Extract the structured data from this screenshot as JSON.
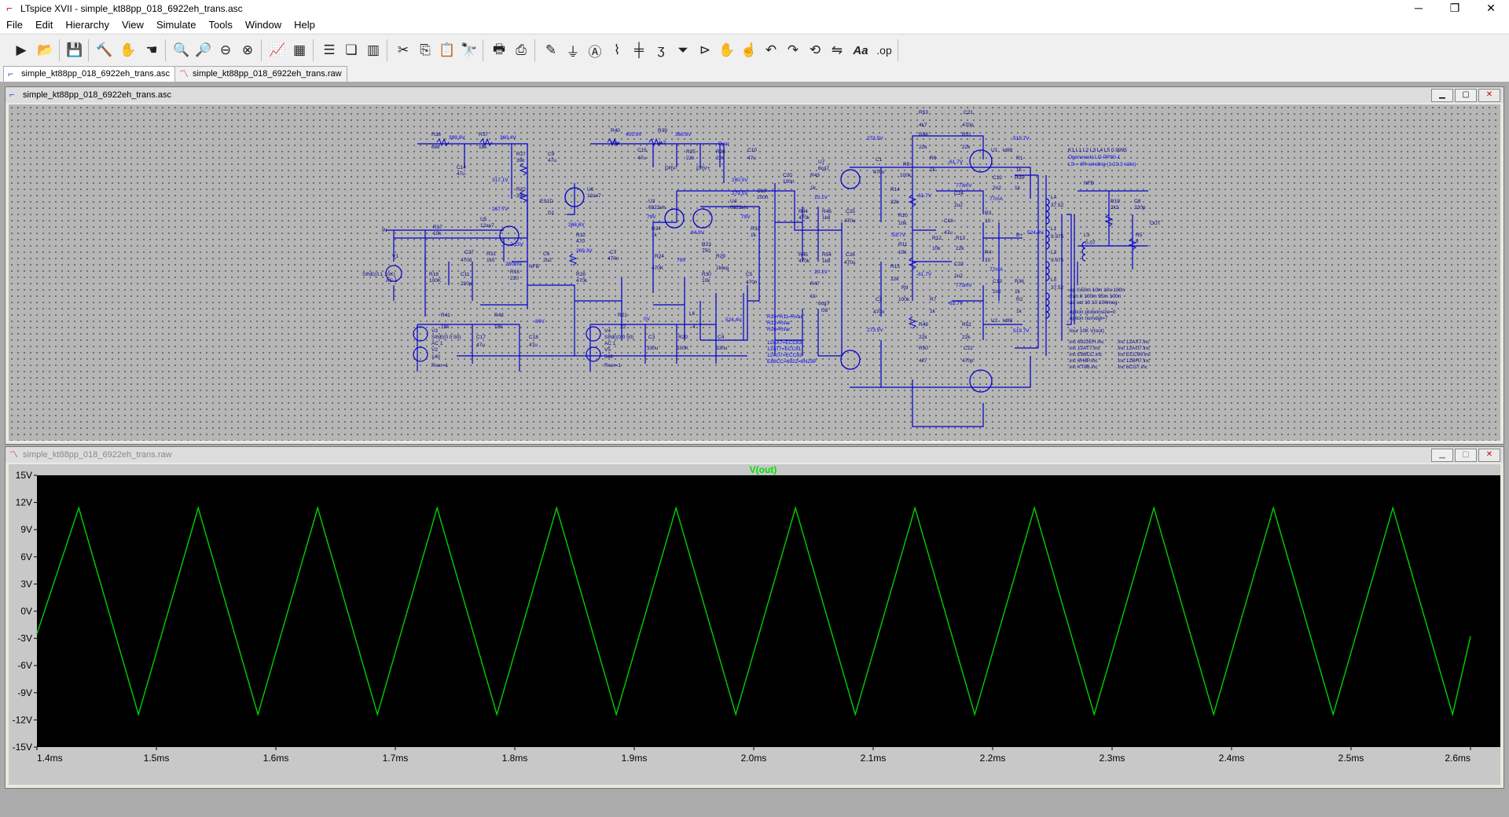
{
  "titlebar": {
    "icon": "ltspice-icon",
    "title": "LTspice XVII - simple_kt88pp_018_6922eh_trans.asc"
  },
  "menu": [
    "File",
    "Edit",
    "Hierarchy",
    "View",
    "Simulate",
    "Tools",
    "Window",
    "Help"
  ],
  "toolbar": {
    "buttons": [
      "run-icon",
      "open-icon",
      "save-icon",
      "control-panel-icon",
      "halt-icon",
      "pan-icon",
      "zoom-in-icon",
      "zoom-rubber-icon",
      "zoom-out-icon",
      "zoom-fit-icon",
      "autorange-icon",
      "grid-icon",
      "tile-horizontal-icon",
      "cascade-icon",
      "tile-vertical-icon",
      "cut-icon",
      "copy-icon",
      "paste-icon",
      "find-icon",
      "print-icon",
      "print-preview-icon",
      "wire-icon",
      "ground-icon",
      "label-icon",
      "resistor-icon",
      "capacitor-icon",
      "inductor-icon",
      "diode-icon",
      "component-icon",
      "move-icon",
      "drag-icon",
      "undo-icon",
      "redo-icon",
      "rotate-icon",
      "mirror-icon",
      "text-icon",
      "spice-directive-icon"
    ],
    "text_label": "Aa",
    "op_label": ".op"
  },
  "tabs": [
    {
      "label": "simple_kt88pp_018_6922eh_trans.asc",
      "icon": "schematic-icon",
      "active": true
    },
    {
      "label": "simple_kt88pp_018_6922eh_trans.raw",
      "icon": "waveform-icon",
      "active": false
    }
  ],
  "schematic_window": {
    "title": "simple_kt88pp_018_6922eh_trans.asc",
    "labels": {
      "r38": "R38",
      "r38v": "68k",
      "n_399": "399.9V",
      "r37": "R37",
      "r37v": "18k",
      "n_360": "360.4V",
      "c14": "C14",
      "c14v": "47u",
      "r27": "R27",
      "r27v": "39k",
      "c9": "C9",
      "c9v": "47u",
      "n_317": "317.1V",
      "r22": "R22",
      "r22v": "39k",
      "e51d": "ES1D",
      "d1": "D1",
      "u6": "U6",
      "u6v": "12ax7",
      "n_267": "267.7V",
      "u5": "U5",
      "u5v": "12ax7",
      "in": "IN",
      "r17": "R17",
      "r17v": "10k",
      "n_215": "2.15V",
      "n_268": "268.6V",
      "c27": "C27",
      "c27v": "470u",
      "r31": "R31",
      "r31v": "1k5",
      "c6": "C6",
      "c6v": "2u2",
      "n_250": "250mV",
      "nfb": "NFB",
      "r16": "R16",
      "r16v": "220",
      "r32": "R32",
      "r32v": "470",
      "n_269": "269.3V",
      "c7": "C7",
      "c7v": "470n",
      "r28": "R28",
      "r28v": "470k",
      "v1": "V1",
      "sine1": "SINE(0.1 10K)",
      "ac1": "AC 1",
      "r18": "R18",
      "r18v": "100K",
      "c11": "C11",
      "c11v": "220p",
      "r40": "R40",
      "r40v": "15k",
      "n_405": "405.9V",
      "r39": "R39",
      "r39v": "4k7",
      "n_368": "368.8V",
      "c15": "C15",
      "c15v": "47u",
      "r25": "R25",
      "r25v": "22k",
      "rvar": "Rvar",
      "r26": "R26",
      "r26v": "22k",
      "c10": "C10",
      "c10v": "47u",
      "drv1": "DRV-",
      "drv2": "DRV+",
      "c20": "C20",
      "c20v": "100n",
      "n_280": "280.5V",
      "n_279": "279.5V",
      "c19": "C19",
      "c19v": "100n",
      "u3": "U3",
      "u3v": "6922eh",
      "u4": "U4",
      "u4v": "6922eh",
      "n_79a": "79V",
      "n_84": "84.9V",
      "n_79b": "79V",
      "r34": "R34",
      "r34v": "1k",
      "r24": "R24",
      "r24v": "470K",
      "r23": "R23",
      "r23v": "750",
      "r29": "R29",
      "r29v": "1Meg",
      "n_79c": "79V",
      "r33": "R33",
      "r33v": "1k",
      "r30": "R30",
      "r30v": "10k",
      "c5": "C5",
      "c5v": "470n",
      "c1": "C1",
      "c1v": "470n",
      "u7": "U7",
      "u7v": "6cg7",
      "r43": "R43",
      "r43v": "1k",
      "r44": "R44",
      "r44v": "470k",
      "r46": "R46",
      "r46v": "1k8",
      "n_10a": "10.1V",
      "c25": "C25",
      "c25v": "470u",
      "r45": "R45",
      "r45v": "470k",
      "r54": "R54",
      "r54v": "1k8",
      "c26": "C26",
      "c26v": "470u",
      "n_10b": "10.1V",
      "r47": "R47",
      "r47v": "1k",
      "u8": "U8",
      "u8v": "6cg7",
      "c2": "C2",
      "c2v": "470n",
      "rvar_note": "R10+R11=Rvar",
      "r12note": "R12=Rvar",
      "r26note": "R26=Rvar",
      "eq1": "12AX7=ECC83",
      "eq2": "12AT7=ECC81",
      "eq3": "12AU7=ECC82",
      "eq4": "E88CC=6922=6N23P",
      "n_273a": "273.5V",
      "n_273b": "273.5V",
      "r53": "R53",
      "r53v": "4k7",
      "c21": "C21",
      "c21v": "470p",
      "r48": "R48",
      "r48v": "22k",
      "r51": "R51",
      "r51v": "22k",
      "u1": "U1",
      "u1v": "kt88",
      "n_519a": "519.7V",
      "r8": "R8",
      "r8v": "100k",
      "r6": "R6",
      "r6v": "1k",
      "n_61a": "-61.7V",
      "r1": "R1",
      "r1v": "1k",
      "n_773a": "773mV",
      "c12": "C12",
      "c12v": "2n2",
      "r35": "R35",
      "r35v": "1k",
      "r14": "R14",
      "r14v": "22k",
      "n_61b": "-61.7V",
      "c24": "C24",
      "c24v": "2u2",
      "n_77a": "77mA",
      "r10": "R10",
      "r10v": "10k",
      "c16": "C16",
      "c16v": "47u",
      "r3": "R3",
      "r3v": "10",
      "n_53": "-53.7V",
      "n_524": "524.4V",
      "r11": "R11",
      "r11v": "10k",
      "r12": "R12",
      "r12v": "10k",
      "r13": "R13",
      "r13v": "22k",
      "r4": "R4",
      "r4v": "10",
      "r15": "R15",
      "r15v": "22k",
      "n_61c": "-61.7V",
      "c23": "C23",
      "c23v": "2u2",
      "n_77b": "77mA",
      "r9": "R9",
      "r9v": "100k",
      "n_773b": "773mV",
      "c13": "C13",
      "c13v": "2n2",
      "r36": "R36",
      "r36v": "1k",
      "r7": "R7",
      "r7v": "1k",
      "n_61d": "-61.7V",
      "r2": "R2",
      "r2v": "1k",
      "u2": "U2",
      "u2v": "kt88",
      "r49": "R49",
      "r49v": "22k",
      "r52": "R52",
      "r52v": "22k",
      "n_519b": "519.7V",
      "r50": "R50",
      "r50v": "4k7",
      "c22": "C22",
      "c22v": "470p",
      "k1": "K1 L1 L2 L3 L4 L5 0.9995",
      "ogon": "Ogonowski LO-PP80-1",
      "ls": "LS = 8R winding (1:22.3 ratio)",
      "nfb2": "NFB",
      "r19": "R19",
      "r19v": "2k2",
      "c8": "C8",
      "c8v": "220p",
      "out": "OUT",
      "r5": "R5",
      "r5v": "8",
      "l4": "L4",
      "l4v": "37.52",
      "l1": "L1",
      "l1v": "9.975",
      "l2": "L2",
      "l2v": "9.975",
      "l5": "L5",
      "l5v": "37.52",
      "l3": "L3",
      "l3v": "0.07",
      "bplus": "B+",
      "d1_dir": ".op 0.50m 10m 10s 100n",
      ".": ".",
      "d_tran": ".tran 0 100m 95m 100n",
      "d_ac": ";ac oct 10 10 100meg",
      "d_opt1": ".option plotwinsize=0",
      "d_opt2": ".option numdgt=7",
      "d_four": ".four 10K V(out)",
      "inc1": ".inc 6922EH.inc",
      "inc2": ".inc 12AX7.inc",
      "inc3": ".inc 12AT7.inc",
      "inc4": ".inc 12AU7.inc",
      "inc5": ".inc E88CC.inc",
      "inc6": ".inc ECC99.inc",
      "inc7": ".inc 6H6P.inc",
      "inc8": ".inc 12BH7.inc",
      "inc9": ".inc KT88.inc",
      "inc10": ".inc 6CG7.inc",
      "r41": "R41",
      "r41v": "18k",
      "r42": "R42",
      "r42v": "18k",
      "n_80": "-80V",
      "v3": "V3",
      "sine3": "SINE(0 0 50)",
      "ac3": "AC 1",
      "v2": "V2",
      "v2v": "140",
      "rser2": "Rser=1",
      "c17": "C17",
      "c17v": "47u",
      "c18": "C18",
      "c18v": "47u",
      "r21": "R21",
      "r21v": "22",
      "n_0": "0V",
      "l6": "L6",
      "l6v": "4",
      "n_524b": "524.4V",
      "v4": "V4",
      "sine4": "SINE(0 0 50)",
      "ac4": "AC 1",
      "v5": "V5",
      "v5v": "548",
      "rser5": "Rser=1",
      "c3": "C3",
      "c3v": "330u",
      "r20": "R20",
      "r20v": "100K",
      "c4": "C4",
      "c4v": "330u"
    }
  },
  "waveform_window": {
    "title": "simple_kt88pp_018_6922eh_trans.raw",
    "trace_label": "V(out)",
    "colors": {
      "background": "#000000",
      "trace": "#00d000",
      "axis_text": "#000000",
      "label": "#00e000"
    }
  },
  "chart_data": {
    "type": "line",
    "title": "V(out)",
    "xlabel": "",
    "ylabel": "",
    "x_ticks": [
      "1.4ms",
      "1.5ms",
      "1.6ms",
      "1.7ms",
      "1.8ms",
      "1.9ms",
      "2.0ms",
      "2.1ms",
      "2.2ms",
      "2.3ms",
      "2.4ms",
      "2.5ms",
      "2.6ms"
    ],
    "y_ticks": [
      "15V",
      "12V",
      "9V",
      "6V",
      "3V",
      "0V",
      "-3V",
      "-6V",
      "-9V",
      "-12V",
      "-15V"
    ],
    "xlim_ms": [
      1.4,
      2.6
    ],
    "ylim_V": [
      -15,
      15
    ],
    "series": [
      {
        "name": "V(out)",
        "x_ms": [
          1.4,
          1.435,
          1.485,
          1.535,
          1.585,
          1.635,
          1.685,
          1.735,
          1.785,
          1.835,
          1.885,
          1.935,
          1.985,
          2.035,
          2.085,
          2.135,
          2.185,
          2.235,
          2.285,
          2.335,
          2.385,
          2.435,
          2.485,
          2.535,
          2.585,
          2.6
        ],
        "y_V": [
          -2.5,
          11.4,
          -11.4,
          11.4,
          -11.4,
          11.4,
          -11.4,
          11.4,
          -11.4,
          11.4,
          -11.4,
          11.4,
          -11.4,
          11.4,
          -11.4,
          11.4,
          -11.4,
          11.4,
          -11.4,
          11.4,
          -11.4,
          11.4,
          -11.4,
          11.4,
          -11.4,
          -2.8
        ]
      }
    ]
  }
}
